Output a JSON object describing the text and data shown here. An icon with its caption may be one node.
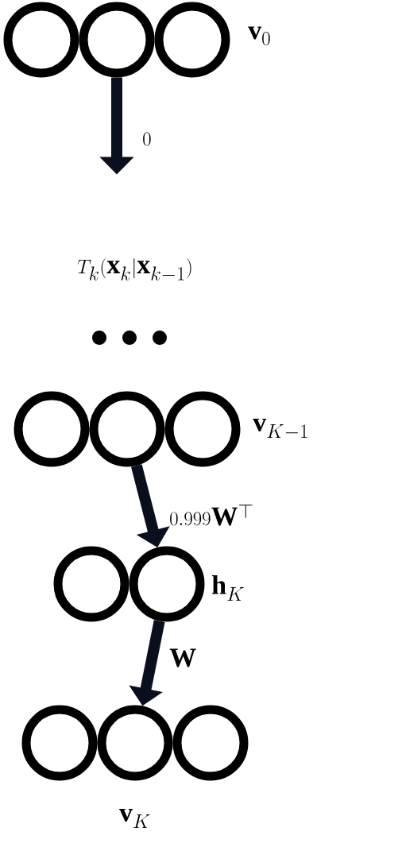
{
  "diagram": {
    "nodes": [
      {
        "text": [],
        "shape": "circle"
      },
      {
        "text": [],
        "shape": "circle"
      },
      {
        "text": [],
        "shape": "circle"
      },
      {
        "text": [],
        "shape": "circle"
      },
      {
        "text": [],
        "shape": "circle"
      },
      {
        "text": [],
        "shape": "circle"
      },
      {
        "text": [],
        "shape": "circle"
      },
      {
        "text": [],
        "shape": "circle"
      },
      {
        "text": [],
        "shape": "circle"
      },
      {
        "text": [],
        "shape": "circle"
      },
      {
        "text": [],
        "shape": "circle"
      }
    ],
    "edges": [
      {
        "from": 1,
        "to": null,
        "arrow": "to",
        "label": "0"
      },
      {
        "from": 4,
        "to": 7,
        "arrow": "to",
        "label": "0.999\\mathbf{W}^\\top"
      },
      {
        "from": 7,
        "to": 9,
        "arrow": "to",
        "label": "\\mathbf{W}"
      }
    ],
    "labels": [
      "\\mathbf{v}_0",
      "T_k(\\mathbf{x}_k|\\mathbf{x}_{k-1})",
      "\\mathbf{v}_{K-1}",
      "\\mathbf{h}_K",
      "\\mathbf{v}_K"
    ]
  }
}
